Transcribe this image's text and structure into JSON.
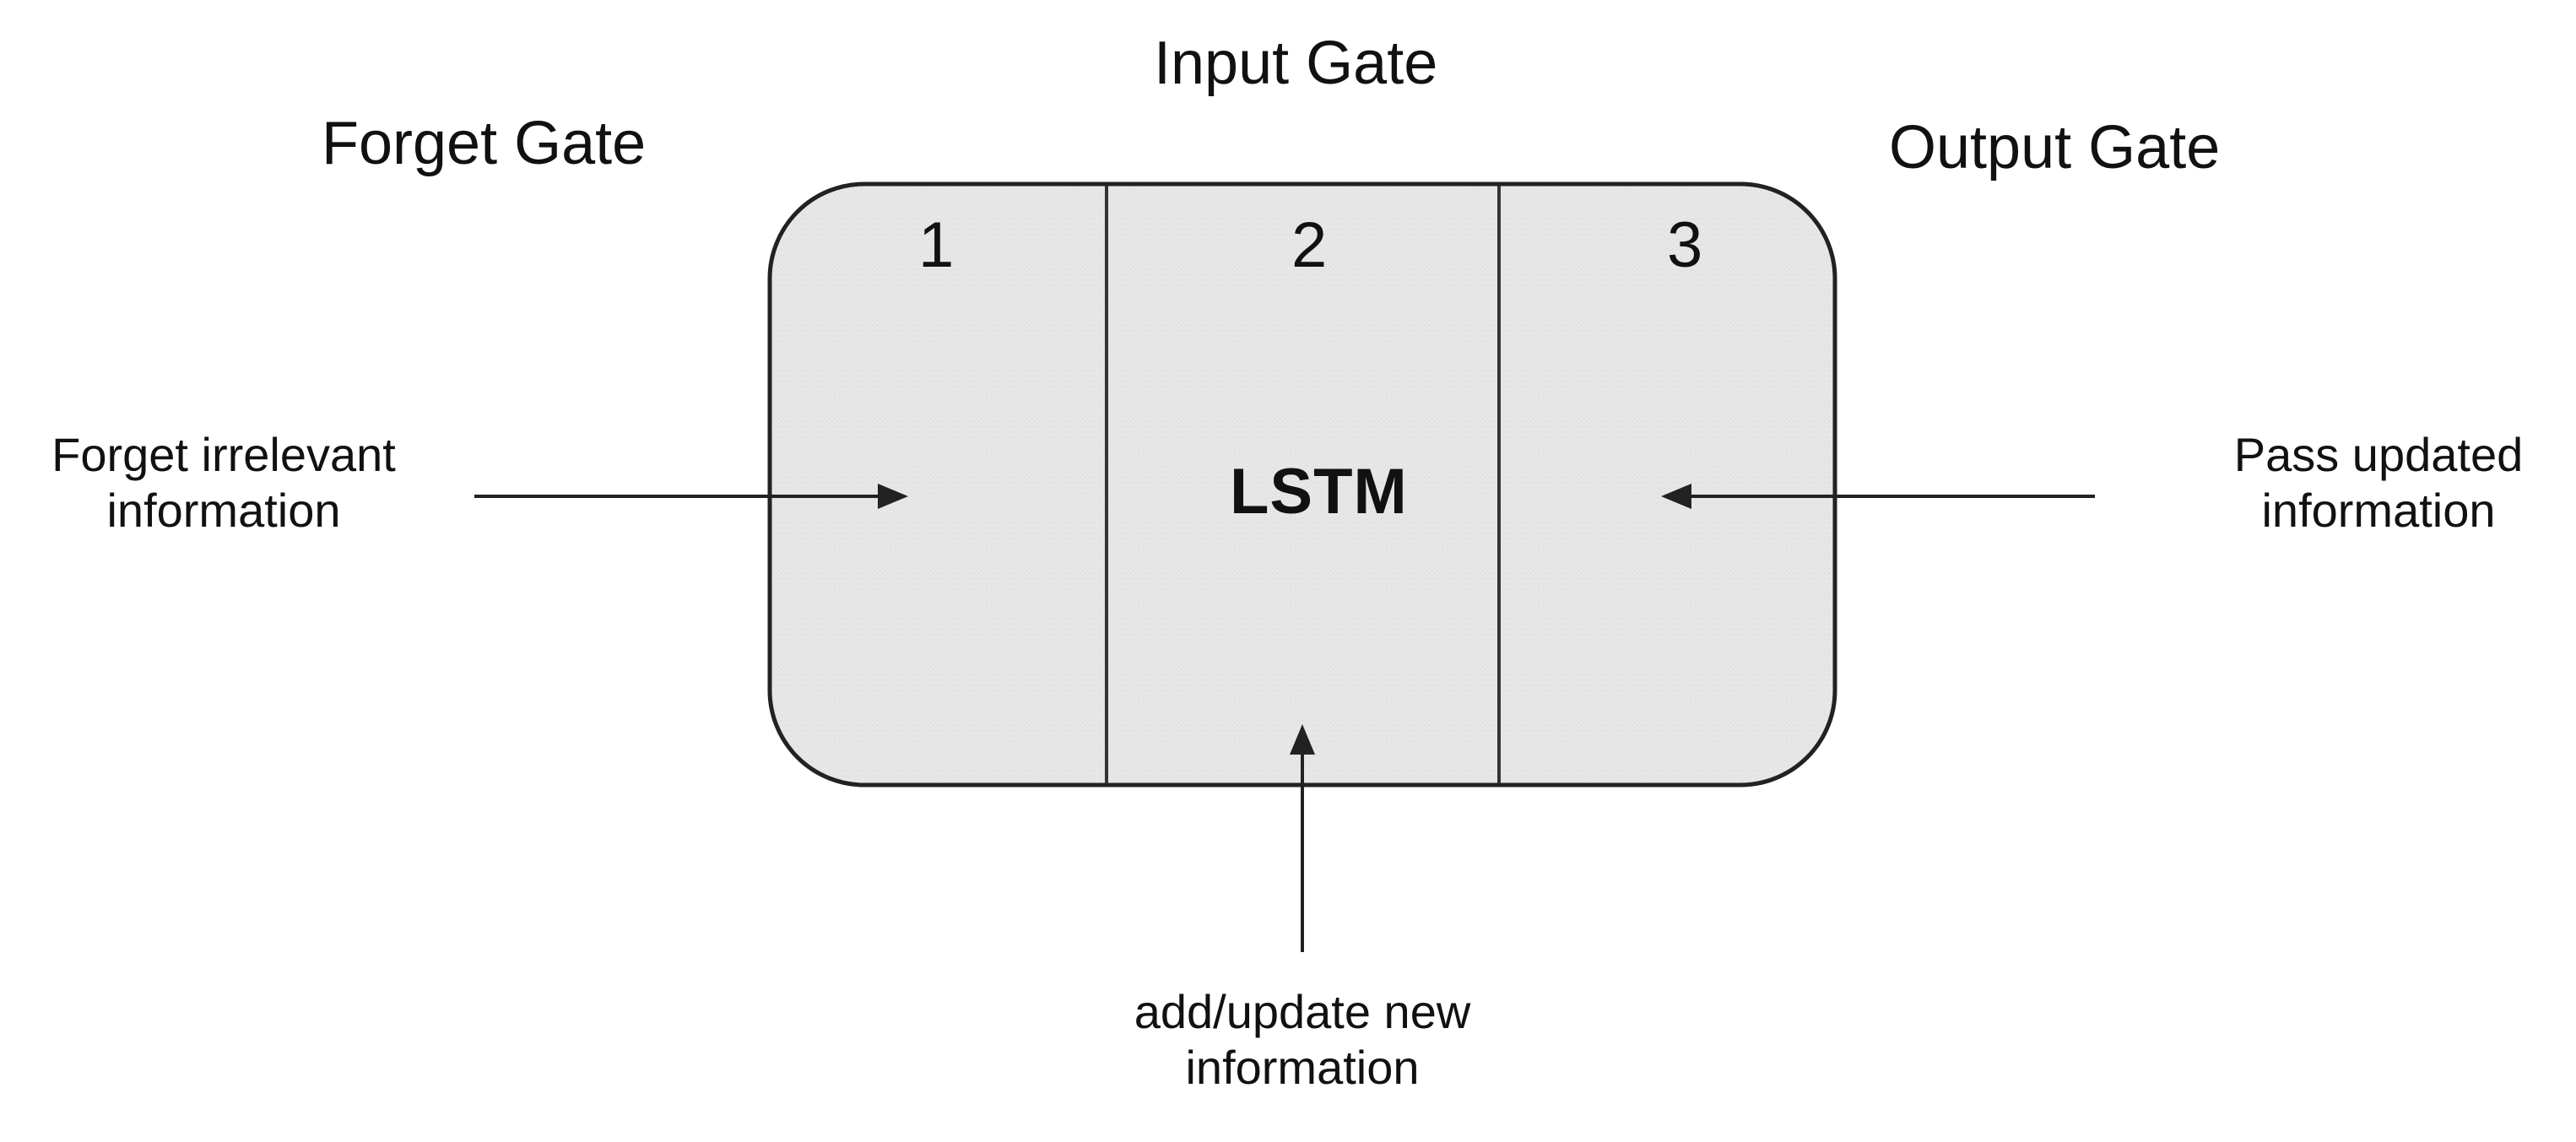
{
  "gates": {
    "forget": {
      "title": "Forget Gate",
      "number": "1"
    },
    "input": {
      "title": "Input Gate",
      "number": "2"
    },
    "output": {
      "title": "Output Gate",
      "number": "3"
    }
  },
  "core_label": "LSTM",
  "annotations": {
    "forget": {
      "line1": "Forget irrelevant",
      "line2": "information"
    },
    "input": {
      "line1": "add/update new",
      "line2": "information"
    },
    "output": {
      "line1": "Pass updated",
      "line2": "information"
    }
  },
  "colors": {
    "block_fill": "#e6e6e6",
    "stroke": "#222222",
    "text": "#111111"
  }
}
